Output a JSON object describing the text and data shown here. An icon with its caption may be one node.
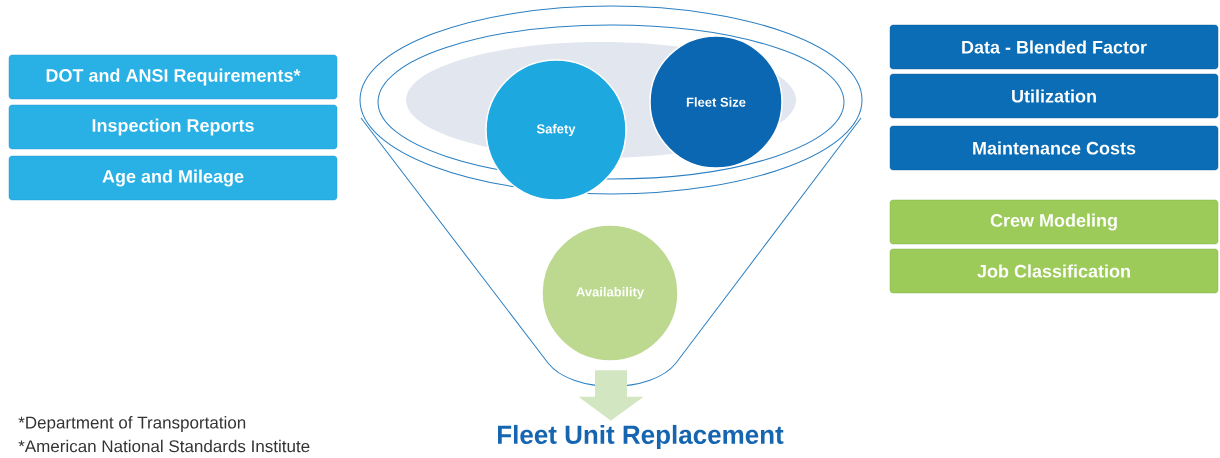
{
  "diagram": {
    "nodes": [
      {
        "text": [
          "DOT and ANSI Requirements*"
        ]
      },
      {
        "text": [
          "Inspection Reports"
        ]
      },
      {
        "text": [
          "Age and Mileage"
        ]
      },
      {
        "text": [],
        "shape": "funnel"
      },
      {
        "text": [
          "Safety"
        ],
        "in": 3
      },
      {
        "text": [
          "Fleet Size"
        ],
        "in": 3
      },
      {
        "text": [
          "Availability"
        ],
        "in": 3
      },
      {
        "text": [
          "Data - Blended Factor"
        ]
      },
      {
        "text": [
          "Utilization"
        ]
      },
      {
        "text": [
          "Maintenance Costs"
        ]
      },
      {
        "text": [
          "Crew Modeling"
        ]
      },
      {
        "text": [
          "Job Classification"
        ]
      },
      {
        "text": [
          "Fleet Unit Replacement"
        ]
      }
    ],
    "edges": [
      {
        "from": 3,
        "to": 12,
        "arrow": "to"
      }
    ],
    "labels": [
      "*Department of Transportation",
      "*American National Standards Institute"
    ]
  }
}
